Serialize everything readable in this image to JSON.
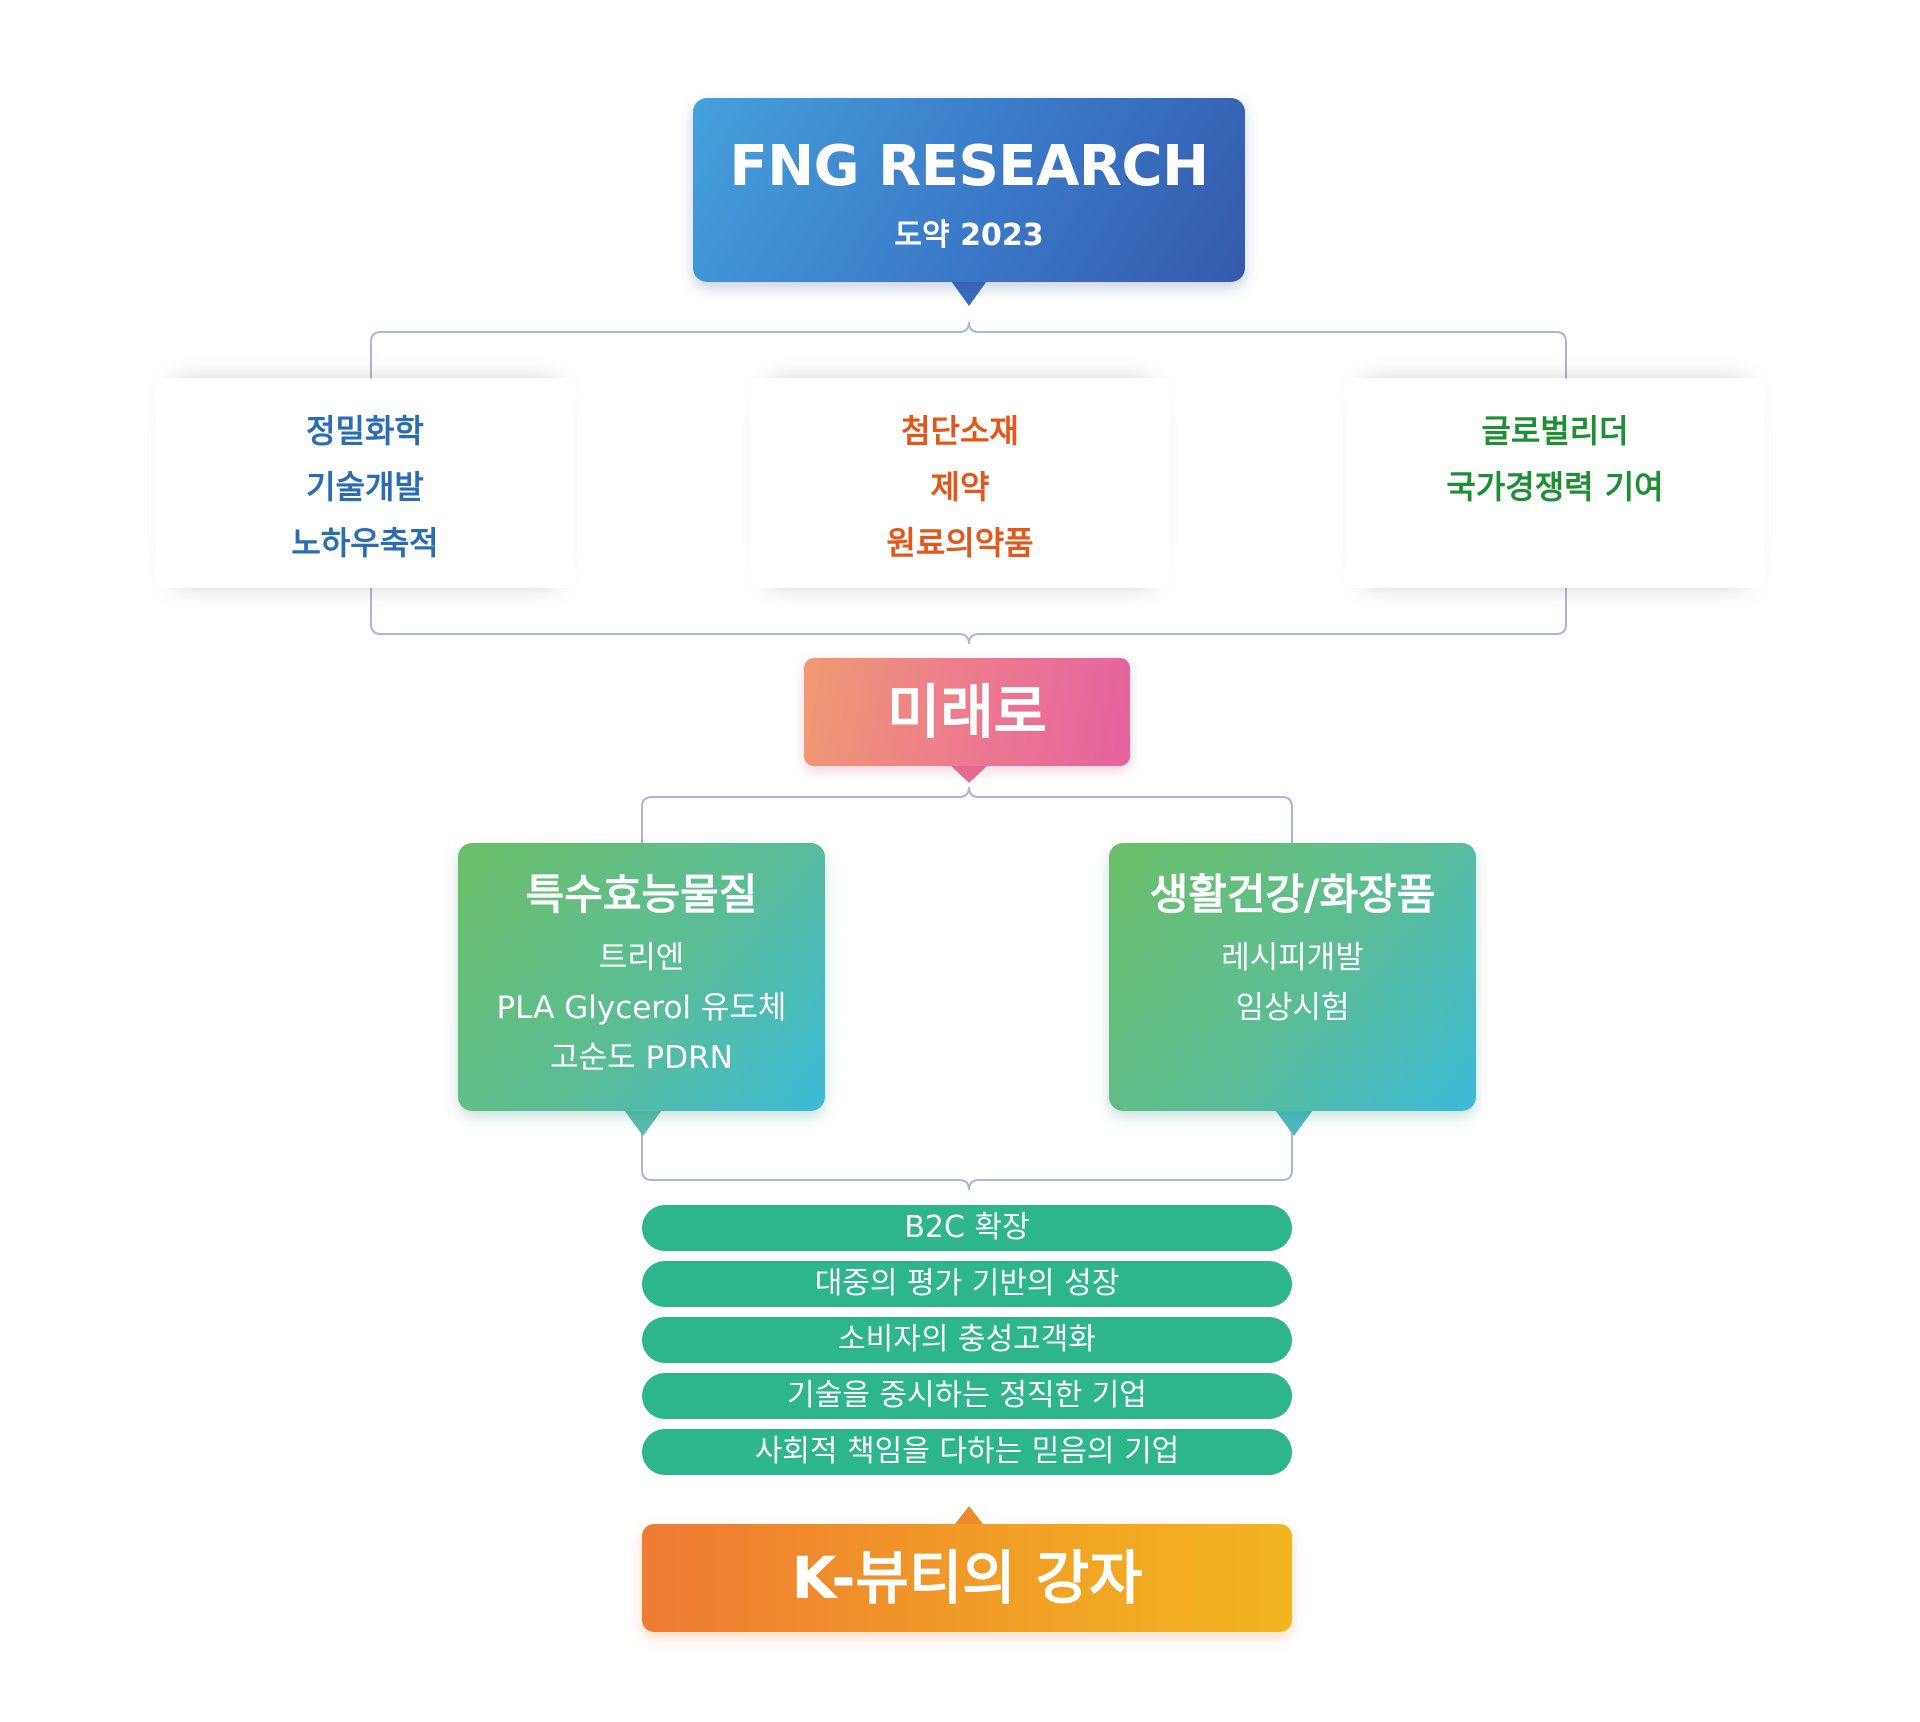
{
  "header": {
    "title": "FNG RESEARCH",
    "subtitle": "도약 2023"
  },
  "pillars": [
    {
      "lines": [
        "정밀화학",
        "기술개발",
        "노하우축적"
      ],
      "color": "#2a6db3"
    },
    {
      "lines": [
        "첨단소재",
        "제약",
        "원료의약품"
      ],
      "color": "#e2581b"
    },
    {
      "lines": [
        "글로벌리더",
        "국가경쟁력 기여"
      ],
      "color": "#1f8f36"
    }
  ],
  "center": {
    "label": "미래로"
  },
  "branches": [
    {
      "title": "특수효능물질",
      "items": [
        "트리엔",
        "PLA Glycerol 유도체",
        "고순도 PDRN"
      ]
    },
    {
      "title": "생활건강/화장품",
      "items": [
        "레시피개발",
        "임상시험"
      ]
    }
  ],
  "strategies": [
    "B2C 확장",
    "대중의 평가 기반의 성장",
    "소비자의 충성고객화",
    "기술을 중시하는 정직한 기업",
    "사회적 책임을 다하는 믿음의 기업"
  ],
  "goal": {
    "label": "K-뷰티의 강자"
  },
  "colors": {
    "connector": "#aab8d6",
    "bar": "#2db68c"
  }
}
